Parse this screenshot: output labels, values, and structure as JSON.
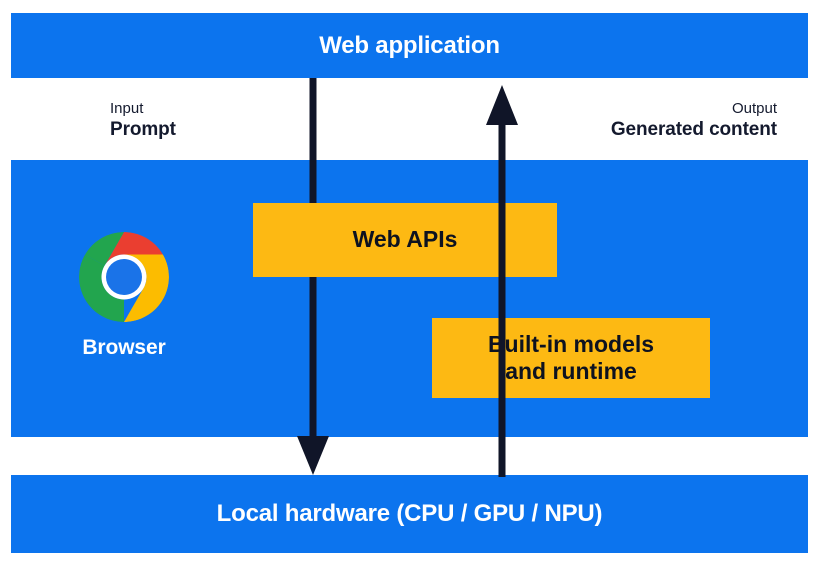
{
  "diagram": {
    "title": "Browser built-in AI architecture",
    "colors": {
      "band_blue": "#0c74ee",
      "box_yellow": "#fdb913",
      "arrow_navy": "#101528",
      "text_dark": "#141a2e",
      "text_light": "#ffffff"
    }
  },
  "bands": {
    "top": {
      "label": "Web application"
    },
    "middle": {
      "label": "Browser"
    },
    "bottom": {
      "label": "Local hardware (CPU / GPU / NPU)"
    }
  },
  "captions": {
    "input": {
      "kicker": "Input",
      "value": "Prompt"
    },
    "output": {
      "kicker": "Output",
      "value": "Generated content"
    }
  },
  "boxes": {
    "web_apis": {
      "label": "Web APIs"
    },
    "built_in_models": {
      "line1": "Built-in models",
      "line2": "and runtime"
    }
  },
  "icons": {
    "chrome_logo": "chrome-logo-icon",
    "arrow_down": "arrow-down-icon",
    "arrow_up": "arrow-up-icon"
  }
}
